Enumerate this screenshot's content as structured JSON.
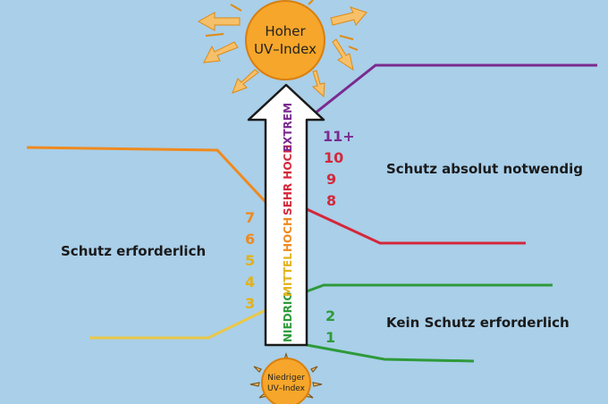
{
  "sun_top": {
    "line1": "Hoher",
    "line2": "UV–Index"
  },
  "sun_bottom": {
    "line1": "Niedriger",
    "line2": "UV–Index"
  },
  "levels": [
    {
      "name": "NIEDRIG",
      "color": "#2e9a3a"
    },
    {
      "name": "MITTEL",
      "color": "#e2b21a"
    },
    {
      "name": "HOCH",
      "color": "#ef8a1e"
    },
    {
      "name": "SEHR HOCH",
      "color": "#d4283a"
    },
    {
      "name": "EXTREM",
      "color": "#7a2a8f"
    }
  ],
  "numbers_right": [
    {
      "text": "11+",
      "color": "#7a2a8f"
    },
    {
      "text": "10",
      "color": "#d4283a"
    },
    {
      "text": "9",
      "color": "#d4283a"
    },
    {
      "text": "8",
      "color": "#d4283a"
    },
    {
      "text": "2",
      "color": "#2e9a3a"
    },
    {
      "text": "1",
      "color": "#2e9a3a"
    }
  ],
  "numbers_left": [
    {
      "text": "7",
      "color": "#ef8a1e"
    },
    {
      "text": "6",
      "color": "#ef8a1e"
    },
    {
      "text": "5",
      "color": "#e2b21a"
    },
    {
      "text": "4",
      "color": "#e2b21a"
    },
    {
      "text": "3",
      "color": "#e2b21a"
    }
  ],
  "zones": {
    "high": "Schutz absolut notwendig",
    "medium": "Schutz erforderlich",
    "low": "Kein Schutz erforderlich"
  },
  "colors": {
    "background": "#a9cfe9",
    "sun": "#f6a62a",
    "sun_ray": "#f6c06a"
  }
}
